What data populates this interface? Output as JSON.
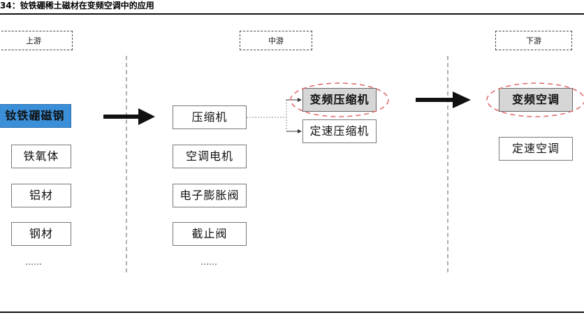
{
  "header": {
    "title": "34：钕铁硼稀土磁材在变频空调中的应用"
  },
  "stages": {
    "upstream": "上游",
    "midstream": "中游",
    "downstream": "下游"
  },
  "upstream_items": [
    "钕铁硼磁钢",
    "铁氧体",
    "铝材",
    "钢材",
    "……"
  ],
  "midstream_items": [
    "压缩机",
    "空调电机",
    "电子膨胀阀",
    "截止阀",
    "……"
  ],
  "compressor_types": [
    "变频压缩机",
    "定速压缩机"
  ],
  "downstream_items": [
    "变频空调",
    "定速空调"
  ],
  "colors": {
    "highlight_blue": "#3a8fd8",
    "highlight_gray": "#d6d6d6",
    "ellipse_red": "#e06666"
  }
}
